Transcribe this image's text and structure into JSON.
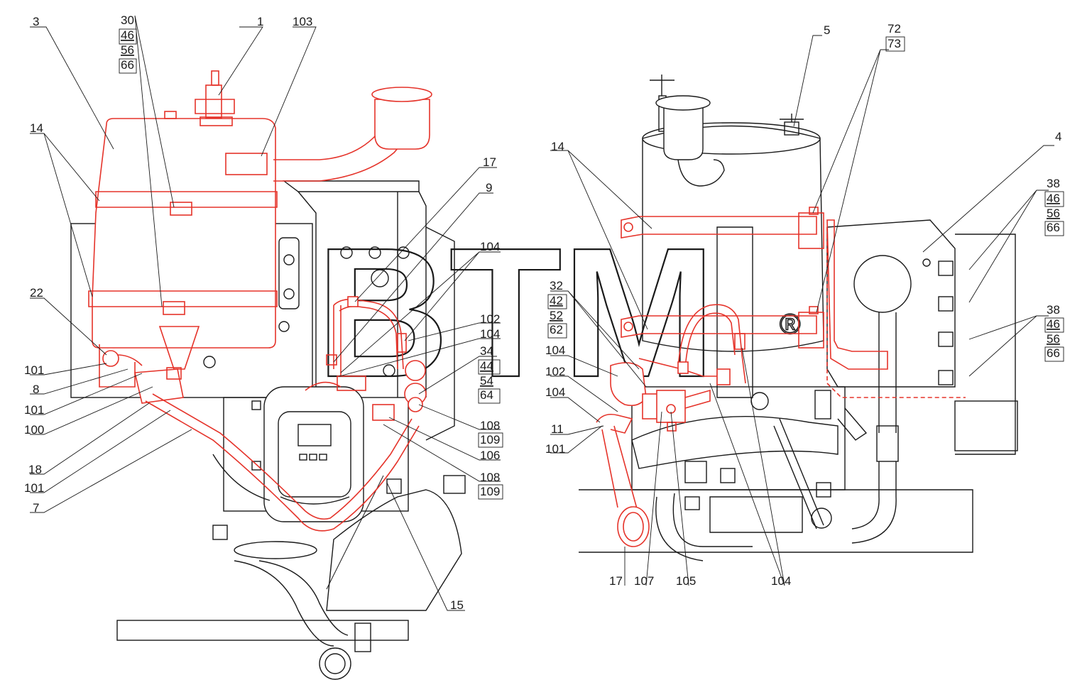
{
  "watermark": {
    "text": "BTM",
    "reg": "®"
  },
  "colors": {
    "highlight": "#e5332a",
    "linework": "#1a1a1a",
    "background": "#ffffff"
  },
  "labels": {
    "l3": "3",
    "l30": "30",
    "l46a": "46",
    "l56a": "56",
    "l66a": "66",
    "l1": "1",
    "l103": "103",
    "l14a": "14",
    "l22": "22",
    "l101a": "101",
    "l8": "8",
    "l101b": "101",
    "l100": "100",
    "l18": "18",
    "l101c": "101",
    "l7": "7",
    "l17a": "17",
    "l9": "9",
    "l104a": "104",
    "l102a": "102",
    "l104b": "104",
    "l34": "34",
    "l44": "44",
    "l54": "54",
    "l64": "64",
    "l108a": "108",
    "l109a": "109",
    "l106": "106",
    "l108b": "108",
    "l109b": "109",
    "l15": "15",
    "l5": "5",
    "l72": "72",
    "l73": "73",
    "l14b": "14",
    "l4": "4",
    "l38a": "38",
    "l46b": "46",
    "l56b": "56",
    "l66b": "66",
    "l38b": "38",
    "l46c": "46",
    "l56c": "56",
    "l66c": "66",
    "l32": "32",
    "l42": "42",
    "l52": "52",
    "l62": "62",
    "l104c": "104",
    "l102b": "102",
    "l104d": "104",
    "l11": "11",
    "l101d": "101",
    "l17b": "17",
    "l107": "107",
    "l105": "105",
    "l104e": "104"
  }
}
